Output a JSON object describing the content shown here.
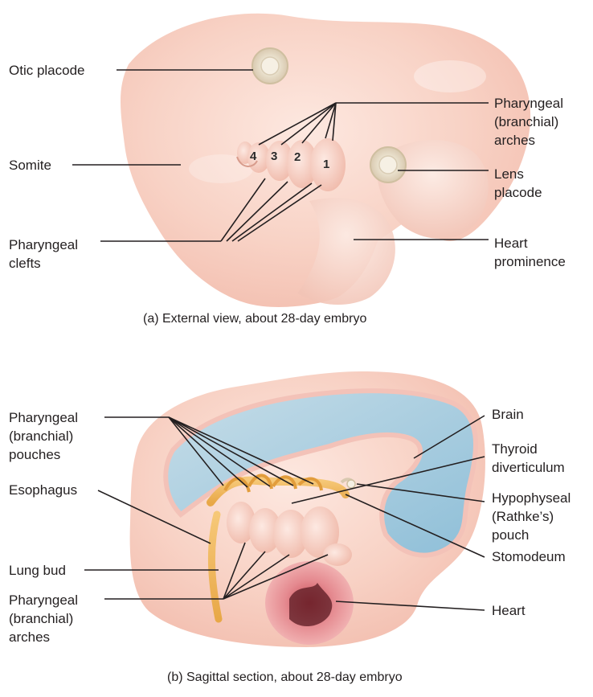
{
  "panel_a": {
    "caption": "(a) External view, about 28-day embryo",
    "labels": {
      "otic_placode": "Otic placode",
      "somite": "Somite",
      "pharyngeal_clefts": "Pharyngeal\nclefts",
      "pharyngeal_arches": "Pharyngeal\n(branchial)\narches",
      "lens_placode": "Lens\nplacode",
      "heart_prominence": "Heart\nprominence"
    },
    "arch_numbers": [
      "1",
      "2",
      "3",
      "4"
    ]
  },
  "panel_b": {
    "caption": "(b) Sagittal section, about 28-day embryo",
    "labels": {
      "pharyngeal_pouches": "Pharyngeal\n(branchial)\npouches",
      "esophagus": "Esophagus",
      "lung_bud": "Lung bud",
      "pharyngeal_arches": "Pharyngeal\n(branchial)\narches",
      "brain": "Brain",
      "thyroid_diverticulum": "Thyroid\ndiverticulum",
      "hypophyseal_pouch": "Hypophyseal\n(Rathke’s)\npouch",
      "stomodeum": "Stomodeum",
      "heart": "Heart"
    }
  },
  "colors": {
    "skin": "#f7cfc2",
    "skin_light": "#fbe4dc",
    "brain": "#a9cde0",
    "endoderm": "#f0b860",
    "heart": "#e88a90",
    "leader": "#231f20"
  }
}
